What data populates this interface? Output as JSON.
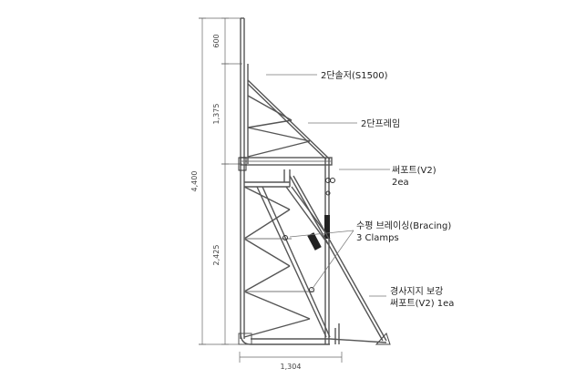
{
  "dimensions": {
    "total_height": "4,400",
    "seg_top": "600",
    "seg_middle": "1,375",
    "seg_bottom": "2,425",
    "width": "1,304"
  },
  "labels": {
    "outrigger": "2단솔저(S1500)",
    "frame": "2단프레임",
    "support_line1": "써포트(V2)",
    "support_line2": "2ea",
    "bracing_line1": "수평 브레이싱(Bracing)",
    "bracing_line2": "3 Clamps",
    "inclined_line1": "경사지지 보강",
    "inclined_line2": "써포트(V2) 1ea"
  }
}
